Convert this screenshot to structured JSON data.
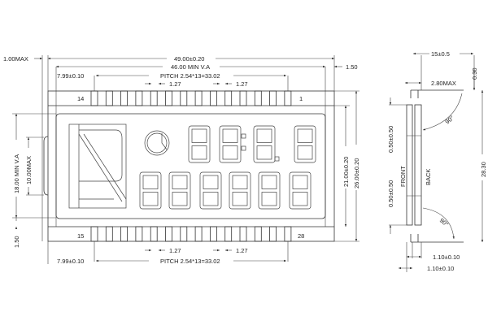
{
  "front_view": {
    "pin_label_top_left": "14",
    "pin_label_top_right": "1",
    "pin_label_bottom_left": "15",
    "pin_label_bottom_right": "28",
    "pin_count_per_row": 14,
    "dims": {
      "overall_width": "49.00±0.20",
      "viewing_area_width": "46.00 MIN V.A",
      "left_offset_top": "7.99±0.10",
      "left_offset_bottom": "7.99±0.10",
      "pitch_top": "PITCH 2.54*13=33.02",
      "pitch_bottom": "PITCH 2.54*13=33.02",
      "pin_width_top_1": "1.27",
      "pin_width_top_2": "1.27",
      "pin_width_bottom_1": "1.27",
      "pin_width_bottom_2": "1.27",
      "edge_max": "1.00MAX",
      "right_margin": "1.50",
      "bottom_margin": "1.50",
      "viewing_area_height": "18.00 MIN V.A",
      "tab_height": "10.00MAX",
      "glass_height": "21.00±0.20",
      "overall_height": "26.00±0.20"
    }
  },
  "side_view": {
    "thickness": "15±0.5",
    "lead_thickness": "0.30",
    "glass_max": "2.80MAX",
    "angle_top": "90°",
    "angle_bottom": "90°",
    "front_label": "FRONT",
    "back_label": "BACK",
    "offset_top": "0.50±0.50",
    "offset_bottom": "0.50±0.50",
    "height": "28.30",
    "glass_thickness_1": "1.10±0.10",
    "glass_thickness_2": "1.10±0.10"
  }
}
